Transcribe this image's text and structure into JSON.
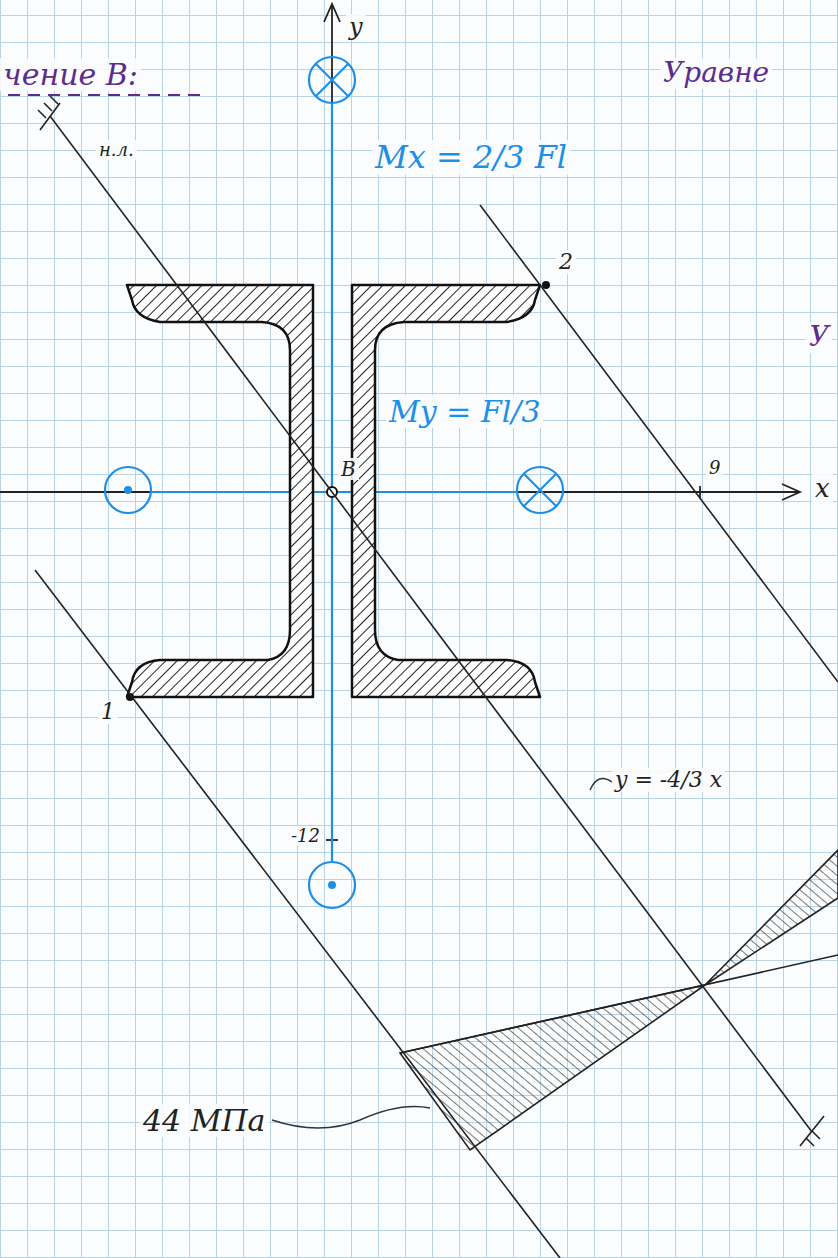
{
  "diagram": {
    "labels": [
      "чение В:",
      "Уравне",
      "y",
      "н.л.",
      "Mx = 2/3 Fl",
      "2",
      "У",
      "My = Fl/3",
      "B",
      "9",
      "x",
      "1",
      "y = -4/3 x",
      "-12",
      "44 МПа"
    ]
  }
}
